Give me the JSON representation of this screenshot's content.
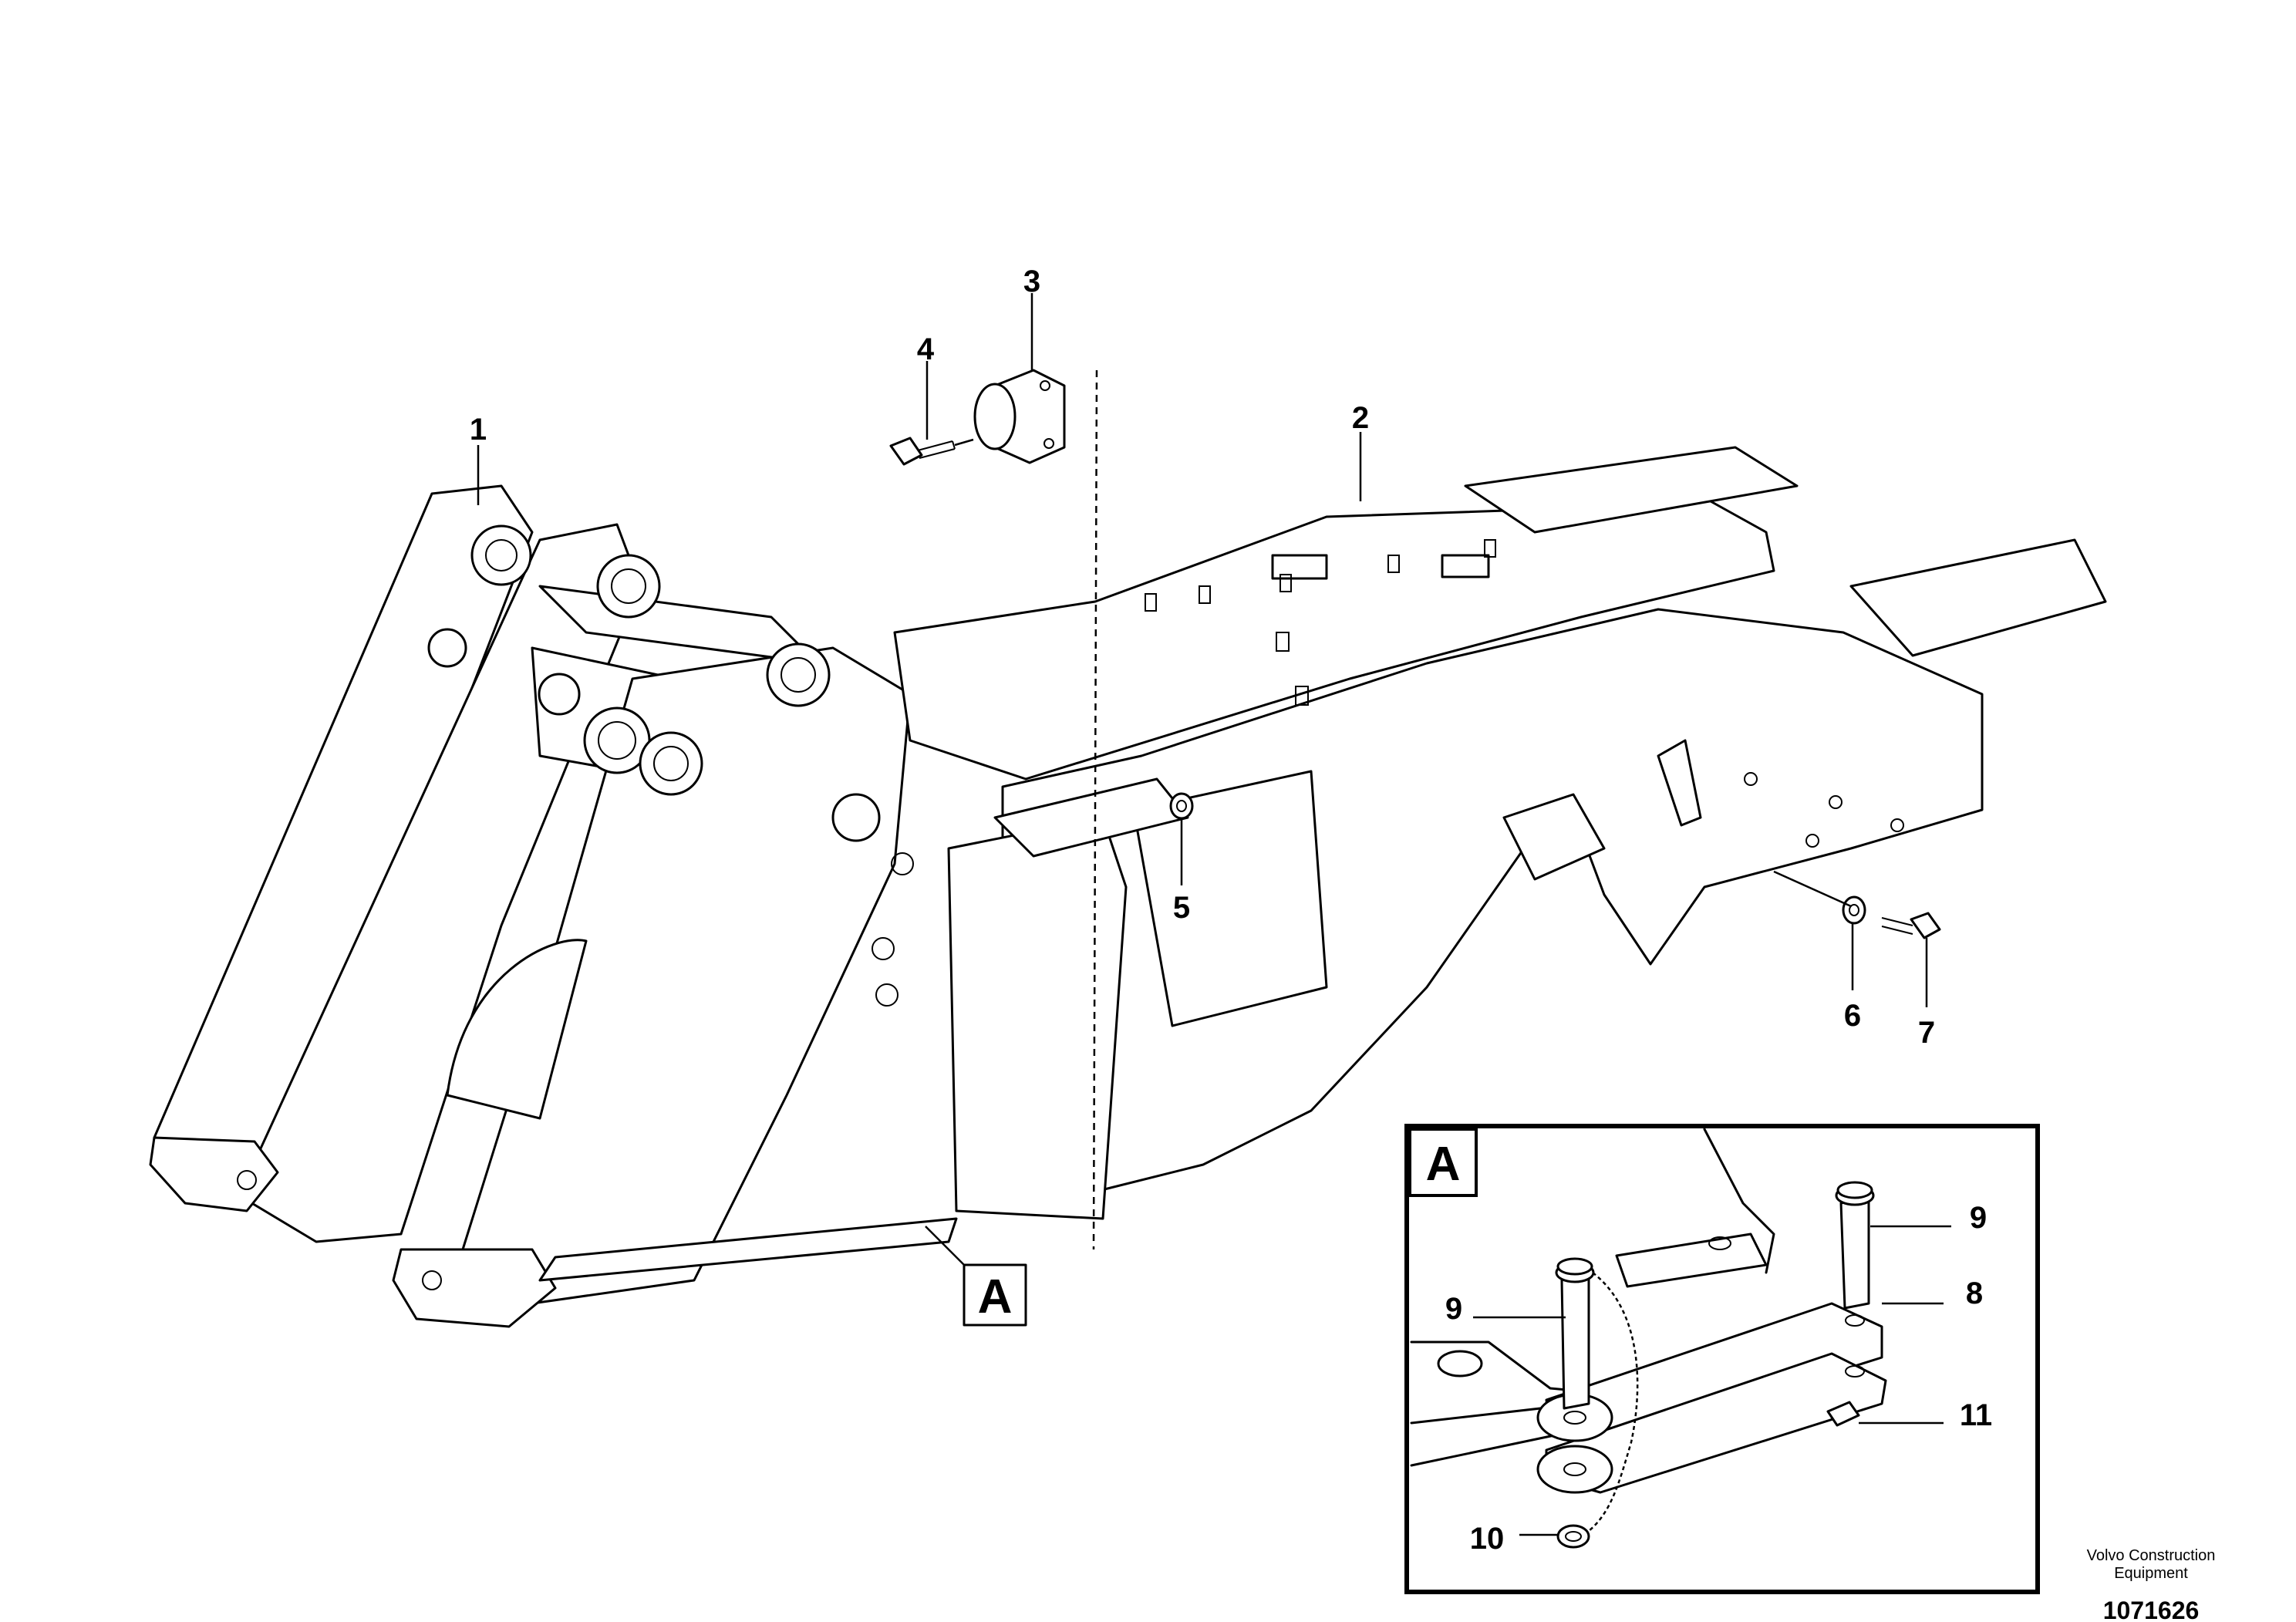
{
  "callouts": {
    "c1": "1",
    "c2": "2",
    "c3": "3",
    "c4": "4",
    "c5": "5",
    "c6": "6",
    "c7": "7",
    "c8": "8",
    "c9a": "9",
    "c9b": "9",
    "c10": "10",
    "c11": "11"
  },
  "detail": {
    "marker_label": "A",
    "inset_label": "A"
  },
  "footer": {
    "brand_line1": "Volvo Construction",
    "brand_line2": "Equipment",
    "part_number": "1071626"
  }
}
